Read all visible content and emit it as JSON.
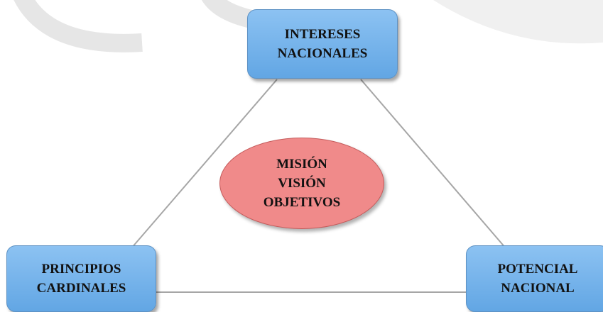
{
  "diagram": {
    "nodes": {
      "top": {
        "lines": [
          "INTERESES",
          "NACIONALES"
        ]
      },
      "left": {
        "lines": [
          "PRINCIPIOS",
          "CARDINALES"
        ]
      },
      "right": {
        "lines": [
          "POTENCIAL",
          "NACIONAL"
        ]
      },
      "center": {
        "lines": [
          "MISIÓN",
          "VISIÓN",
          "OBJETIVOS"
        ]
      }
    },
    "colors": {
      "box_fill": "#7ab5ec",
      "ellipse_fill": "#f08a8a",
      "edge": "#a6a6a6"
    }
  }
}
